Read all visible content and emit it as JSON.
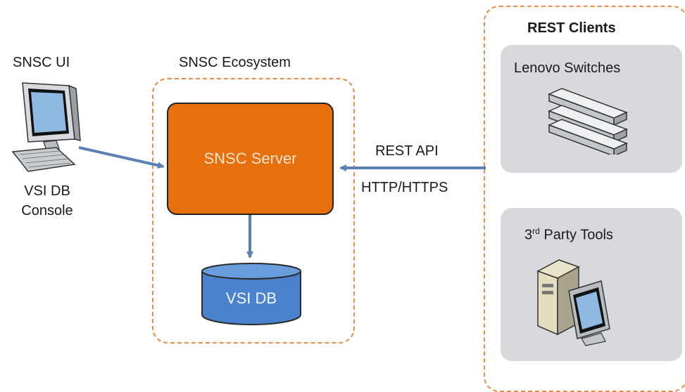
{
  "labels": {
    "snsc_ui": "SNSC UI",
    "vsi_console_line1": "VSI DB",
    "vsi_console_line2": "Console",
    "ecosystem_title": "SNSC Ecosystem",
    "server": "SNSC Server",
    "database": "VSI DB",
    "rest_api": "REST API",
    "http_https": "HTTP/HTTPS",
    "rest_clients_title": "REST Clients",
    "lenovo_switches": "Lenovo Switches",
    "third_party_prefix": "3",
    "third_party_sup": "rd",
    "third_party_rest": " Party Tools"
  },
  "icons": [
    "computer-monitor-icon",
    "network-switch-stack-icon",
    "tower-pc-icon",
    "database-cylinder-icon"
  ],
  "colors": {
    "dashed_border": "#ec8a4a",
    "server_fill": "#e8700c",
    "server_text": "#fbe4cf",
    "db_fill": "#4a82cd",
    "arrow": "#5b80b5",
    "panel": "#d7d9dc"
  }
}
